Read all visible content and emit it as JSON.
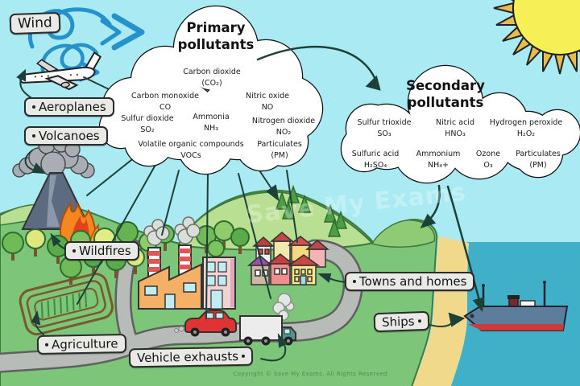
{
  "labels": {
    "wind": "Wind",
    "aeroplanes": "Aeroplanes",
    "volcanoes": "Volcanoes",
    "wildfires": "Wildfires",
    "agriculture": "Agriculture",
    "vehicle_exhausts": "Vehicle exhausts",
    "towns_and_homes": "Towns and homes",
    "ships": "Ships"
  },
  "primary_cloud": {
    "title": "Primary pollutants",
    "items": [
      {
        "name": "Carbon dioxide",
        "formula": "(CO₂)"
      },
      {
        "name": "Carbon monoxide",
        "formula": "CO"
      },
      {
        "name": "Nitric oxide",
        "formula": "NO"
      },
      {
        "name": "Sulfur dioxide",
        "formula": "SO₂"
      },
      {
        "name": "Ammonia",
        "formula": "NH₃"
      },
      {
        "name": "Nitrogen dioxide",
        "formula": "NO₂"
      },
      {
        "name": "Volatile organic compounds",
        "formula": "VOCs"
      },
      {
        "name": "Particulates",
        "formula": "(PM)"
      }
    ]
  },
  "secondary_cloud": {
    "title": "Secondary pollutants",
    "items": [
      {
        "name": "Sulfur trioxide",
        "formula": "SO₃"
      },
      {
        "name": "Nitric acid",
        "formula": "HNO₃"
      },
      {
        "name": "Hydrogen peroxide",
        "formula": "H₂O₂"
      },
      {
        "name": "Sulfuric acid",
        "formula": "H₂SO₄"
      },
      {
        "name": "Ammonium",
        "formula": "NH₄+"
      },
      {
        "name": "Ozone",
        "formula": "O₃"
      },
      {
        "name": "Particulates",
        "formula": "(PM)"
      }
    ]
  },
  "watermark": "Save My Exams",
  "copyright": "Copyright © Save My Exams. All Rights Reserved",
  "colors": {
    "sky": "#a9eaf3",
    "sea": "#3fb0c8",
    "sand": "#f0d98b",
    "grass": "#7dc579",
    "hill_light": "#b9df92",
    "road": "#b8bcb8",
    "cloud": "#ffffff",
    "label_bg": "#e9e9e6",
    "wind_blue": "#2592cc",
    "sun_body": "#f6ef55",
    "sun_rays": "#e9ba4e",
    "line_dark": "#1d4038",
    "fire_orange": "#f5871f",
    "factory_orange": "#f3b066",
    "chimney_red": "#e25555",
    "ship_hull": "#5d7d9c"
  }
}
